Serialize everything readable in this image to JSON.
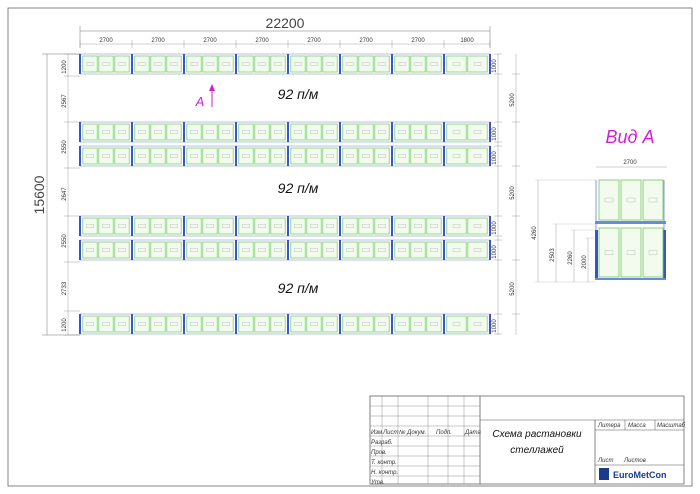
{
  "overall": {
    "width_label": "22200",
    "height_label": "15600"
  },
  "column_widths": [
    "2700",
    "2700",
    "2700",
    "2700",
    "2700",
    "2700",
    "2700",
    "1800"
  ],
  "left_heights": [
    "1200",
    "2567",
    "2550",
    "2647",
    "2550",
    "2733",
    "1200"
  ],
  "right_side": {
    "row_depths": [
      "1000",
      "1000",
      "1000",
      "1000",
      "1000",
      "1000"
    ],
    "aisles": [
      "5200",
      "5200",
      "5200"
    ]
  },
  "aisle_label": "92 п/м",
  "view_marker": "A",
  "view_a": {
    "title": "Вид А",
    "width_label": "2700",
    "heights": [
      "4260",
      "2503",
      "2260",
      "2000"
    ]
  },
  "stamp": {
    "header": [
      "Изм",
      "Лист",
      "№ Докум.",
      "Подп.",
      "Дата"
    ],
    "roles": [
      "Разраб.",
      "Пров.",
      "Т. контр.",
      "Н. контр.",
      "Утв."
    ],
    "title_line1": "Схема растановки",
    "title_line2": "стеллажей",
    "cols": [
      "Литера",
      "Масса",
      "Масштаб"
    ],
    "sheet": "Лист",
    "sheets": "Листов",
    "logo": "EuroMetCon"
  },
  "colors": {
    "upright": "#3a55c8",
    "pallet": "#6cc85a",
    "accent": "#d11fd1"
  }
}
